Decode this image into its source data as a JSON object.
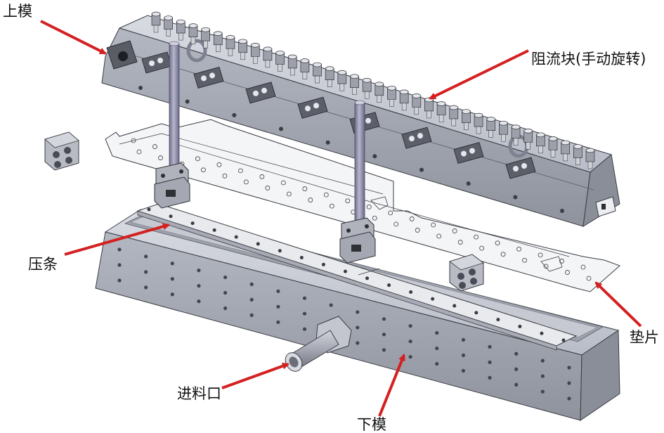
{
  "labels": {
    "upper_die": "上模",
    "restrictor_block": "阻流块(手动旋转)",
    "clamp_strip": "压条",
    "shim": "垫片",
    "inlet": "进料口",
    "lower_die": "下模"
  },
  "colors": {
    "arrow": "#d42020",
    "steel_light": "#c9ccd4",
    "steel_mid": "#a7abb6",
    "steel_dark": "#7d818c",
    "rod": "#8d8ca8",
    "shim_plate": "#f4f5f7",
    "outline": "#3a3c42"
  },
  "counts": {
    "upper_bolts": 36,
    "restrictor_blocks": 8
  }
}
